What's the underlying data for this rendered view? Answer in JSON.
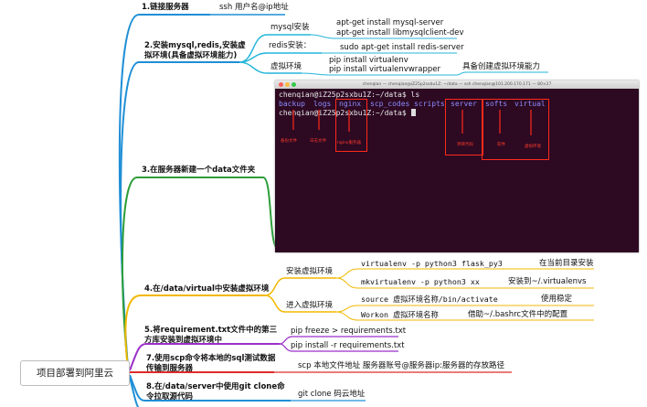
{
  "root": {
    "label": "项目部署到阿里云"
  },
  "branches": [
    {
      "label": "1.链接服务器",
      "color": "#1f8fd6",
      "children": [
        {
          "label": "ssh 用户名@ip地址"
        }
      ]
    },
    {
      "label_lines": [
        "2.安装mysql,redis,安装虚",
        "拟环境(具备虚拟环境能力)"
      ],
      "color": "#1f8fd6",
      "children": [
        {
          "label": "mysql安装",
          "commands": [
            "apt-get install mysql-server",
            "apt-get install libmysqlclient-dev"
          ]
        },
        {
          "label": "redis安装：",
          "commands": [
            "sudo apt-get install redis-server"
          ]
        },
        {
          "label": "虚拟环境",
          "commands": [
            "pip install virtualenv",
            "pip install virtualenvwrapper"
          ],
          "note": "具备创建虚拟环境能力"
        }
      ]
    },
    {
      "label": "3.在服务器新建一个data文件夹",
      "color": "#2e9e3a"
    },
    {
      "label": "4.在/data/virtual中安装虚拟环境",
      "color": "#f2b800",
      "children": [
        {
          "label": "安装虚拟环境",
          "items": [
            {
              "command": "virtualenv -p python3 flask_py3",
              "note": "在当前目录安装"
            },
            {
              "command": "mkvirtualenv -p python3 xx",
              "note": "安装到~/.virtualenvs"
            }
          ]
        },
        {
          "label": "进入虚拟环境",
          "items": [
            {
              "command": "source 虚拟环境名称/bin/activate",
              "note": "使用稳定"
            },
            {
              "command": "Workon 虚拟环境名称",
              "note": "借助~/.bashrc文件中的配置"
            }
          ]
        }
      ]
    },
    {
      "label_lines": [
        "5.将requirement.txt文件中的第三",
        "方库安装到虚拟环境中"
      ],
      "color": "#9b2fc9",
      "children": [
        {
          "label": "pip freeze > requirements.txt"
        },
        {
          "label": "pip install -r requirements.txt"
        }
      ]
    },
    {
      "label_lines": [
        "7.使用scp命令将本地的sql测试数据",
        "传输到服务器"
      ],
      "color": "#e02a2a",
      "children": [
        {
          "label": "scp 本地文件地址 服务器账号@服务器ip:服务器的存放路径"
        }
      ]
    },
    {
      "label_lines": [
        "8.在/data/server中使用git  clone命",
        "令拉取源代码"
      ],
      "color": "#1f8fd6",
      "children": [
        {
          "label": "git clone 码云地址"
        }
      ]
    }
  ],
  "terminal": {
    "title": "chenqian — chenqian@iZ25p2sxbu1Z: ~/data — ssh chenqian@101.200.170.171 — 80×27",
    "prompt1": "chenqian@iZ25p2sxbu1Z:~/data$ ",
    "command1": "ls",
    "dirs": [
      "backup",
      "logs",
      "nginx",
      "scp_codes",
      "scripts",
      "server",
      "softs",
      "virtual"
    ],
    "prompt2": "chenqian@iZ25p2sxbu1Z:~/data$ ",
    "annotations": [
      "备份文件",
      "日志文件",
      "nginx服务器",
      "项目代码",
      "软件",
      "虚拟环境"
    ],
    "colors": {
      "background": "#2d0922",
      "dir": "#8c8cff",
      "box": "#ff2a1a"
    }
  }
}
